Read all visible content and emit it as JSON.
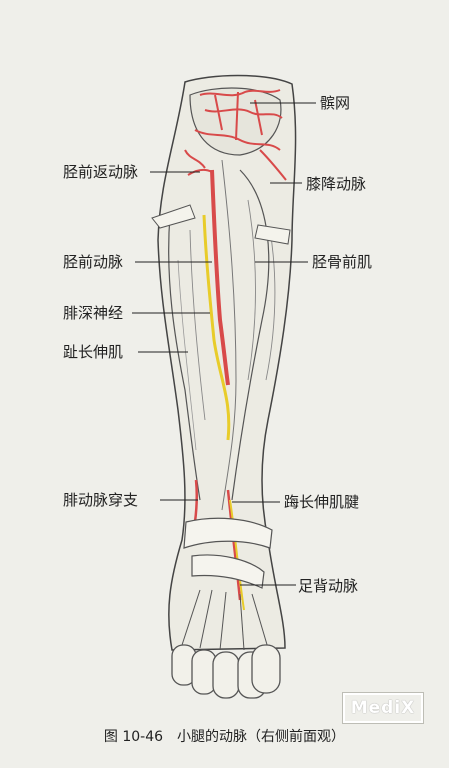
{
  "labels": {
    "patellar_network": "髌网",
    "anterior_tibial_recurrent_artery": "胫前返动脉",
    "descending_genicular_artery": "膝降动脉",
    "anterior_tibial_artery": "胫前动脉",
    "tibialis_anterior": "胫骨前肌",
    "deep_peroneal_nerve": "腓深神经",
    "extensor_digitorum_longus": "趾长伸肌",
    "perforating_branch_peroneal_artery": "腓动脉穿支",
    "extensor_hallucis_longus_tendon": "踇长伸肌腱",
    "dorsalis_pedis_artery": "足背动脉"
  },
  "figure": {
    "caption": "图 10-46　小腿的动脉（右侧前面观）"
  },
  "watermark": {
    "text": "MediX"
  },
  "colors": {
    "artery": "#d84a4a",
    "nerve": "#e8cc2a",
    "outline": "#444444",
    "background": "#efefea"
  }
}
